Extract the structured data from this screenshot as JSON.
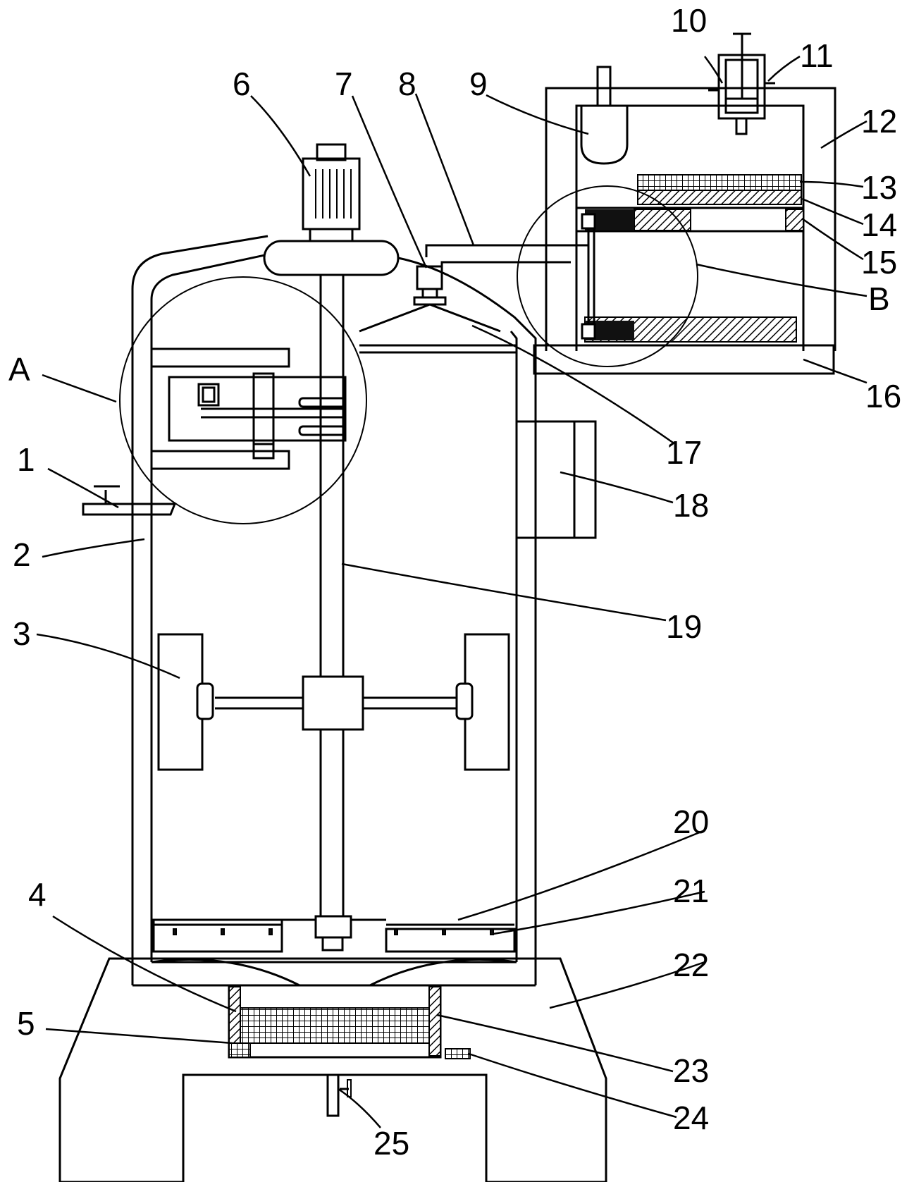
{
  "labels": {
    "l1": "1",
    "l2": "2",
    "l3": "3",
    "l4": "4",
    "l5": "5",
    "l6": "6",
    "l7": "7",
    "l8": "8",
    "l9": "9",
    "l10": "10",
    "l11": "11",
    "l12": "12",
    "l13": "13",
    "l14": "14",
    "l15": "15",
    "l16": "16",
    "l17": "17",
    "l18": "18",
    "l19": "19",
    "l20": "20",
    "l21": "21",
    "l22": "22",
    "l23": "23",
    "l24": "24",
    "l25": "25",
    "lA": "A",
    "lB": "B"
  }
}
